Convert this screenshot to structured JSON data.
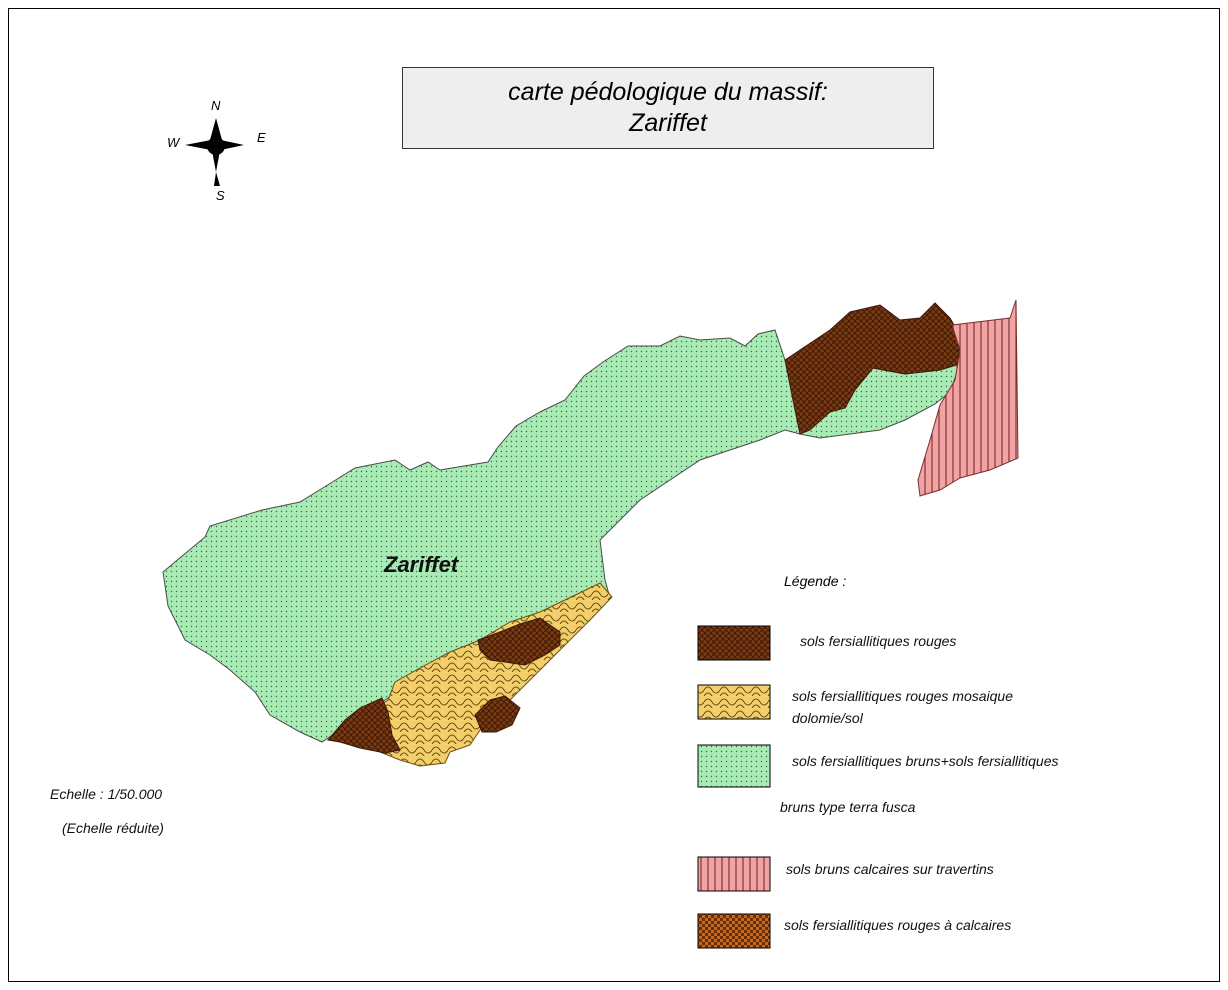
{
  "title": {
    "line1": "carte pédologique du massif:",
    "line2": "Zariffet"
  },
  "compass": {
    "north": "N",
    "south": "S",
    "east": "E",
    "west": "W"
  },
  "map_label": "Zariffet",
  "legend": {
    "title": "Légende :",
    "items": [
      {
        "label": "sols fersiallitiques rouges",
        "pattern": "brown-crosshatch",
        "color": "#7a3a12"
      },
      {
        "label_line1": "sols fersiallitiques rouges mosaique",
        "label_line2": "dolomie/sol",
        "pattern": "yellow-weave",
        "color": "#f3cf6c"
      },
      {
        "label_line1": "sols fersiallitiques bruns+sols fersiallitiques",
        "label_line2": "bruns type terra fusca",
        "pattern": "green-dots",
        "color": "#a8ebb4"
      },
      {
        "label": "sols bruns calcaires sur travertins",
        "pattern": "pink-stripes",
        "color": "#f2a3a3"
      },
      {
        "label": "sols fersiallitiques rouges à calcaires",
        "pattern": "orange-checker",
        "color": "#c66a1e"
      }
    ]
  },
  "scale": {
    "line1": "Echelle : 1/50.000",
    "line2": "(Echelle réduite)"
  }
}
